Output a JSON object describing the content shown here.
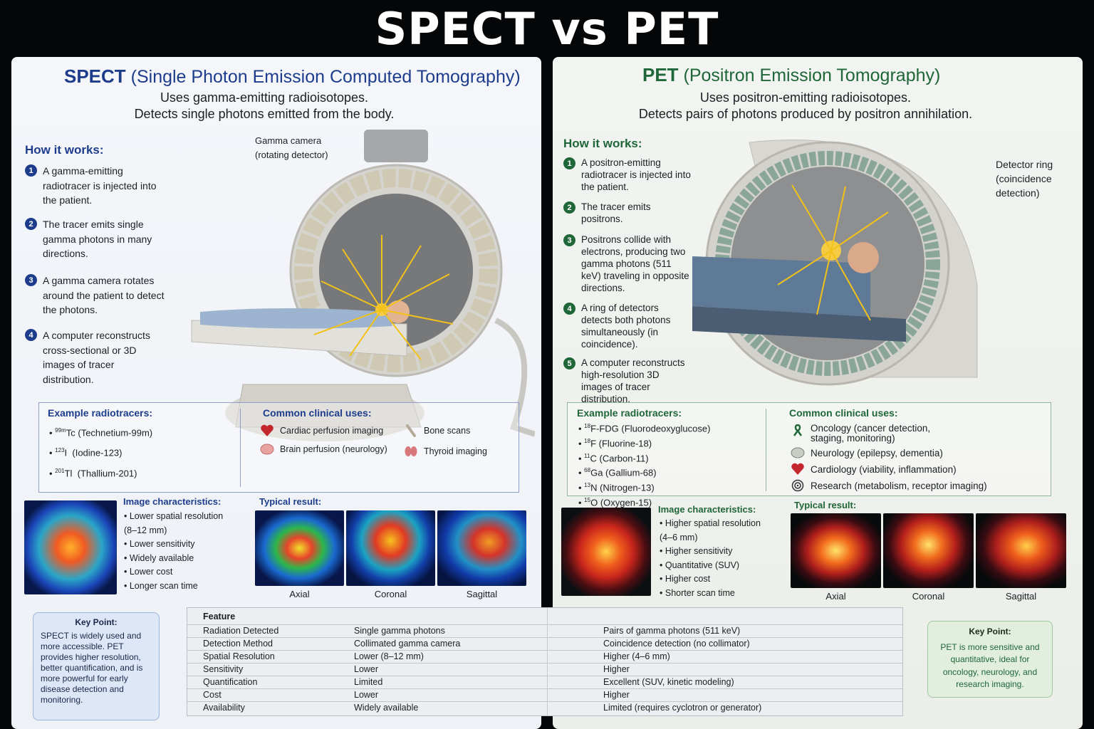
{
  "title": "SPECT vs PET",
  "spect": {
    "title_abbr": "SPECT",
    "title_full": "(Single Photon Emission Computed Tomography)",
    "subtitle_1": "Uses gamma-emitting radioisotopes.",
    "subtitle_2": "Detects single photons emitted from the body.",
    "how_heading": "How it works:",
    "steps": [
      {
        "num": "1",
        "text": "A gamma-emitting radiotracer is injected into the patient."
      },
      {
        "num": "2",
        "text": "The tracer emits single gamma photons in many directions."
      },
      {
        "num": "3",
        "text": "A gamma camera rotates around the patient to detect the photons."
      },
      {
        "num": "4",
        "text": "A computer reconstructs cross-sectional or 3D images of tracer distribution."
      }
    ],
    "camera_label": "Gamma camera\n(rotating detector)",
    "tracers_heading": "Example radiotracers:",
    "tracers": [
      {
        "sup": "99m",
        "sym": "Tc",
        "name": "(Technetium-99m)"
      },
      {
        "sup": "123",
        "sym": "I",
        "name": "(Iodine-123)"
      },
      {
        "sup": "201",
        "sym": "Tl",
        "name": "(Thallium-201)"
      }
    ],
    "uses_heading": "Common clinical uses:",
    "uses": [
      {
        "icon": "heart-icon",
        "label": "Cardiac perfusion imaging"
      },
      {
        "icon": "bone-icon",
        "label": "Bone scans"
      },
      {
        "icon": "brain-icon",
        "label": "Brain perfusion (neurology)"
      },
      {
        "icon": "thyroid-icon",
        "label": "Thyroid imaging"
      }
    ],
    "char_heading": "Image characteristics:",
    "characteristics": [
      "Lower spatial resolution (8–12 mm)",
      "Lower sensitivity",
      "Widely available",
      "Lower cost",
      "Longer scan time"
    ],
    "result_heading": "Typical result:",
    "views": [
      "Axial",
      "Coronal",
      "Sagittal"
    ]
  },
  "pet": {
    "title_abbr": "PET",
    "title_full": "(Positron Emission Tomography)",
    "subtitle_1": "Uses positron-emitting radioisotopes.",
    "subtitle_2": "Detects pairs of photons produced by positron annihilation.",
    "how_heading": "How it works:",
    "steps": [
      {
        "num": "1",
        "text": "A positron-emitting radiotracer is injected into the patient."
      },
      {
        "num": "2",
        "text": "The tracer emits positrons."
      },
      {
        "num": "3",
        "text": "Positrons collide with electrons, producing two gamma photons (511 keV) traveling in opposite directions."
      },
      {
        "num": "4",
        "text": "A ring of detectors detects both photons simultaneously (in coincidence)."
      },
      {
        "num": "5",
        "text": "A computer reconstructs high-resolution 3D images of tracer distribution."
      }
    ],
    "ring_label": "Detector ring\n(coincidence\ndetection)",
    "tracers_heading": "Example radiotracers:",
    "tracers": [
      {
        "sup": "18",
        "sym": "F-FDG",
        "name": "(Fluorodeoxyglucose)"
      },
      {
        "sup": "18",
        "sym": "F",
        "name": "(Fluorine-18)"
      },
      {
        "sup": "11",
        "sym": "C",
        "name": "(Carbon-11)"
      },
      {
        "sup": "68",
        "sym": "Ga",
        "name": "(Gallium-68)"
      },
      {
        "sup": "13",
        "sym": "N",
        "name": "(Nitrogen-13)"
      },
      {
        "sup": "15",
        "sym": "O",
        "name": "(Oxygen-15)"
      }
    ],
    "uses_heading": "Common clinical uses:",
    "uses": [
      {
        "icon": "ribbon-icon",
        "label": "Oncology (cancer detection,\nstaging, monitoring)"
      },
      {
        "icon": "brain-icon",
        "label": "Neurology (epilepsy, dementia)"
      },
      {
        "icon": "heart-icon",
        "label": "Cardiology (viability, inflammation)"
      },
      {
        "icon": "target-icon",
        "label": "Research (metabolism, receptor imaging)"
      }
    ],
    "char_heading": "Image characteristics:",
    "characteristics": [
      "Higher spatial resolution (4–6 mm)",
      "Higher sensitivity",
      "Quantitative (SUV)",
      "Higher cost",
      "Shorter scan time"
    ],
    "result_heading": "Typical result:",
    "views": [
      "Axial",
      "Coronal",
      "Sagittal"
    ]
  },
  "key_spect": {
    "heading": "Key Point:",
    "text": "SPECT is widely used and more accessible. PET provides higher resolution, better quantification, and is more powerful for early disease detection and monitoring."
  },
  "key_pet": {
    "heading": "Key Point:",
    "text": "PET is more sensitive and quantitative, ideal for oncology, neurology, and research imaging."
  },
  "table": {
    "header": "Feature",
    "rows": [
      [
        "Radiation Detected",
        "Single gamma photons",
        "Pairs of gamma photons (511 keV)"
      ],
      [
        "Detection Method",
        "Collimated gamma camera",
        "Coincidence detection (no collimator)"
      ],
      [
        "Spatial Resolution",
        "Lower (8–12 mm)",
        "Higher (4–6 mm)"
      ],
      [
        "Sensitivity",
        "Lower",
        "Higher"
      ],
      [
        "Quantification",
        "Limited",
        "Excellent (SUV, kinetic modeling)"
      ],
      [
        "Cost",
        "Lower",
        "Higher"
      ],
      [
        "Availability",
        "Widely available",
        "Limited (requires cyclotron or generator)"
      ]
    ]
  },
  "colors": {
    "spect_accent": "#1d3d8c",
    "pet_accent": "#1f6638",
    "photon": "#f2c21a"
  }
}
